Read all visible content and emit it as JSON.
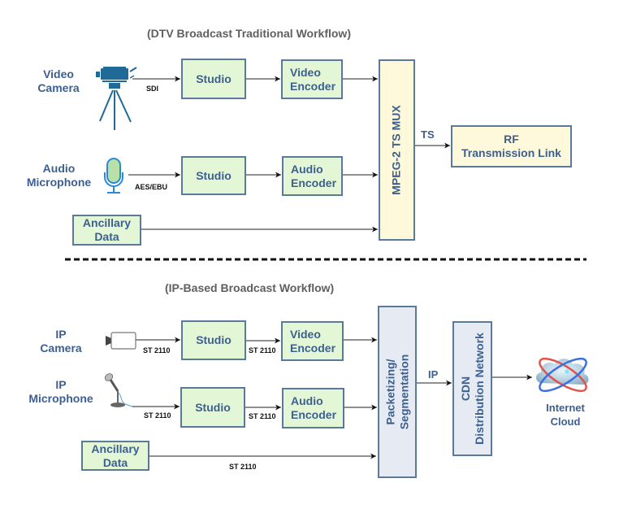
{
  "traditional": {
    "title": "(DTV Broadcast Traditional Workflow)",
    "sources": {
      "video_camera": {
        "line1": "Video",
        "line2": "Camera",
        "icon": "video-camera-tripod-icon"
      },
      "audio_microphone": {
        "line1": "Audio",
        "line2": "Microphone",
        "icon": "microphone-icon"
      }
    },
    "signals": {
      "sdi": "SDI",
      "aes_ebu": "AES/EBU"
    },
    "boxes": {
      "studio_video": "Studio",
      "studio_audio": "Studio",
      "video_encoder": {
        "line1": "Video",
        "line2": "Encoder"
      },
      "audio_encoder": {
        "line1": "Audio",
        "line2": "Encoder"
      },
      "ancillary": {
        "line1": "Ancillary",
        "line2": "Data"
      },
      "mux": "MPEG-2 TS MUX",
      "rf": {
        "line1": "RF",
        "line2": "Transmission Link"
      }
    },
    "mux_output_label": "TS"
  },
  "ip_based": {
    "title": "(IP-Based Broadcast Workflow)",
    "sources": {
      "ip_camera": {
        "line1": "IP",
        "line2": "Camera",
        "icon": "ip-camera-icon"
      },
      "ip_microphone": {
        "line1": "IP",
        "line2": "Microphone",
        "icon": "stand-microphone-icon"
      }
    },
    "signals": {
      "camera_to_studio": "ST 2110",
      "studio_to_video_encoder": "ST 2110",
      "mic_to_studio": "ST 2110",
      "studio_to_audio_encoder": "ST 2110",
      "ancillary_to_packetizer": "ST 2110"
    },
    "boxes": {
      "studio_video": "Studio",
      "studio_audio": "Studio",
      "video_encoder": {
        "line1": "Video",
        "line2": "Encoder"
      },
      "audio_encoder": {
        "line1": "Audio",
        "line2": "Encoder"
      },
      "ancillary": {
        "line1": "Ancillary",
        "line2": "Data"
      },
      "packetizer": {
        "line1": "Packetizing/",
        "line2": "Segmentation"
      },
      "cdn": {
        "line1": "CDN",
        "line2": "Distribution Network"
      }
    },
    "packetizer_output_label": "IP",
    "destination": {
      "line1": "Internet",
      "line2": "Cloud",
      "icon": "internet-cloud-icon"
    }
  },
  "colors": {
    "box_border": "#5b7a9a",
    "text_blue": "#3d5f8f",
    "green_fill": "#e3f7d7",
    "yellow_fill": "#fdf9da",
    "blue_fill": "#e6ebf3",
    "icon_blue": "#1f6a96"
  }
}
